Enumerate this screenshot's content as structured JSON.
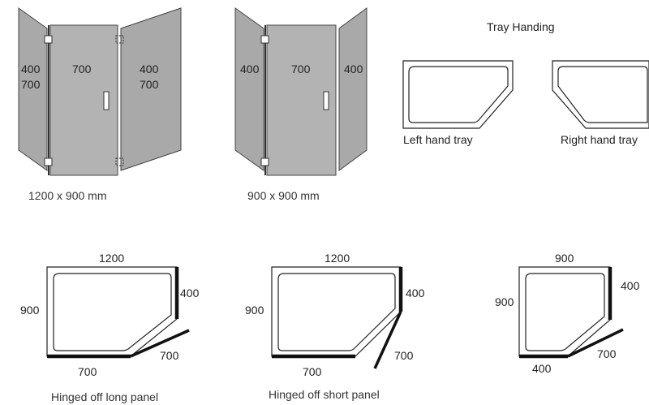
{
  "enclosures": [
    {
      "caption": "1200 x 900 mm",
      "left_panel_label_1": "400",
      "left_panel_label_2": "700",
      "door_label": "700",
      "right_panel_label_1": "400",
      "right_panel_label_2": "700"
    },
    {
      "caption": "900 x 900 mm",
      "left_panel_label": "400",
      "door_label": "700",
      "right_panel_label": "400"
    }
  ],
  "tray_handing": {
    "title": "Tray Handing",
    "left_label": "Left hand tray",
    "right_label": "Right hand tray"
  },
  "plans": [
    {
      "caption": "Hinged off long panel",
      "top": "1200",
      "left": "900",
      "right": "400",
      "diagonal": "700",
      "bottom": "700"
    },
    {
      "caption": "Hinged off short panel",
      "top": "1200",
      "left": "900",
      "right": "400",
      "diagonal": "700",
      "bottom": "700"
    },
    {
      "caption": "",
      "top": "900",
      "left": "900",
      "right": "400",
      "diagonal": "700",
      "bottom": "400"
    }
  ]
}
